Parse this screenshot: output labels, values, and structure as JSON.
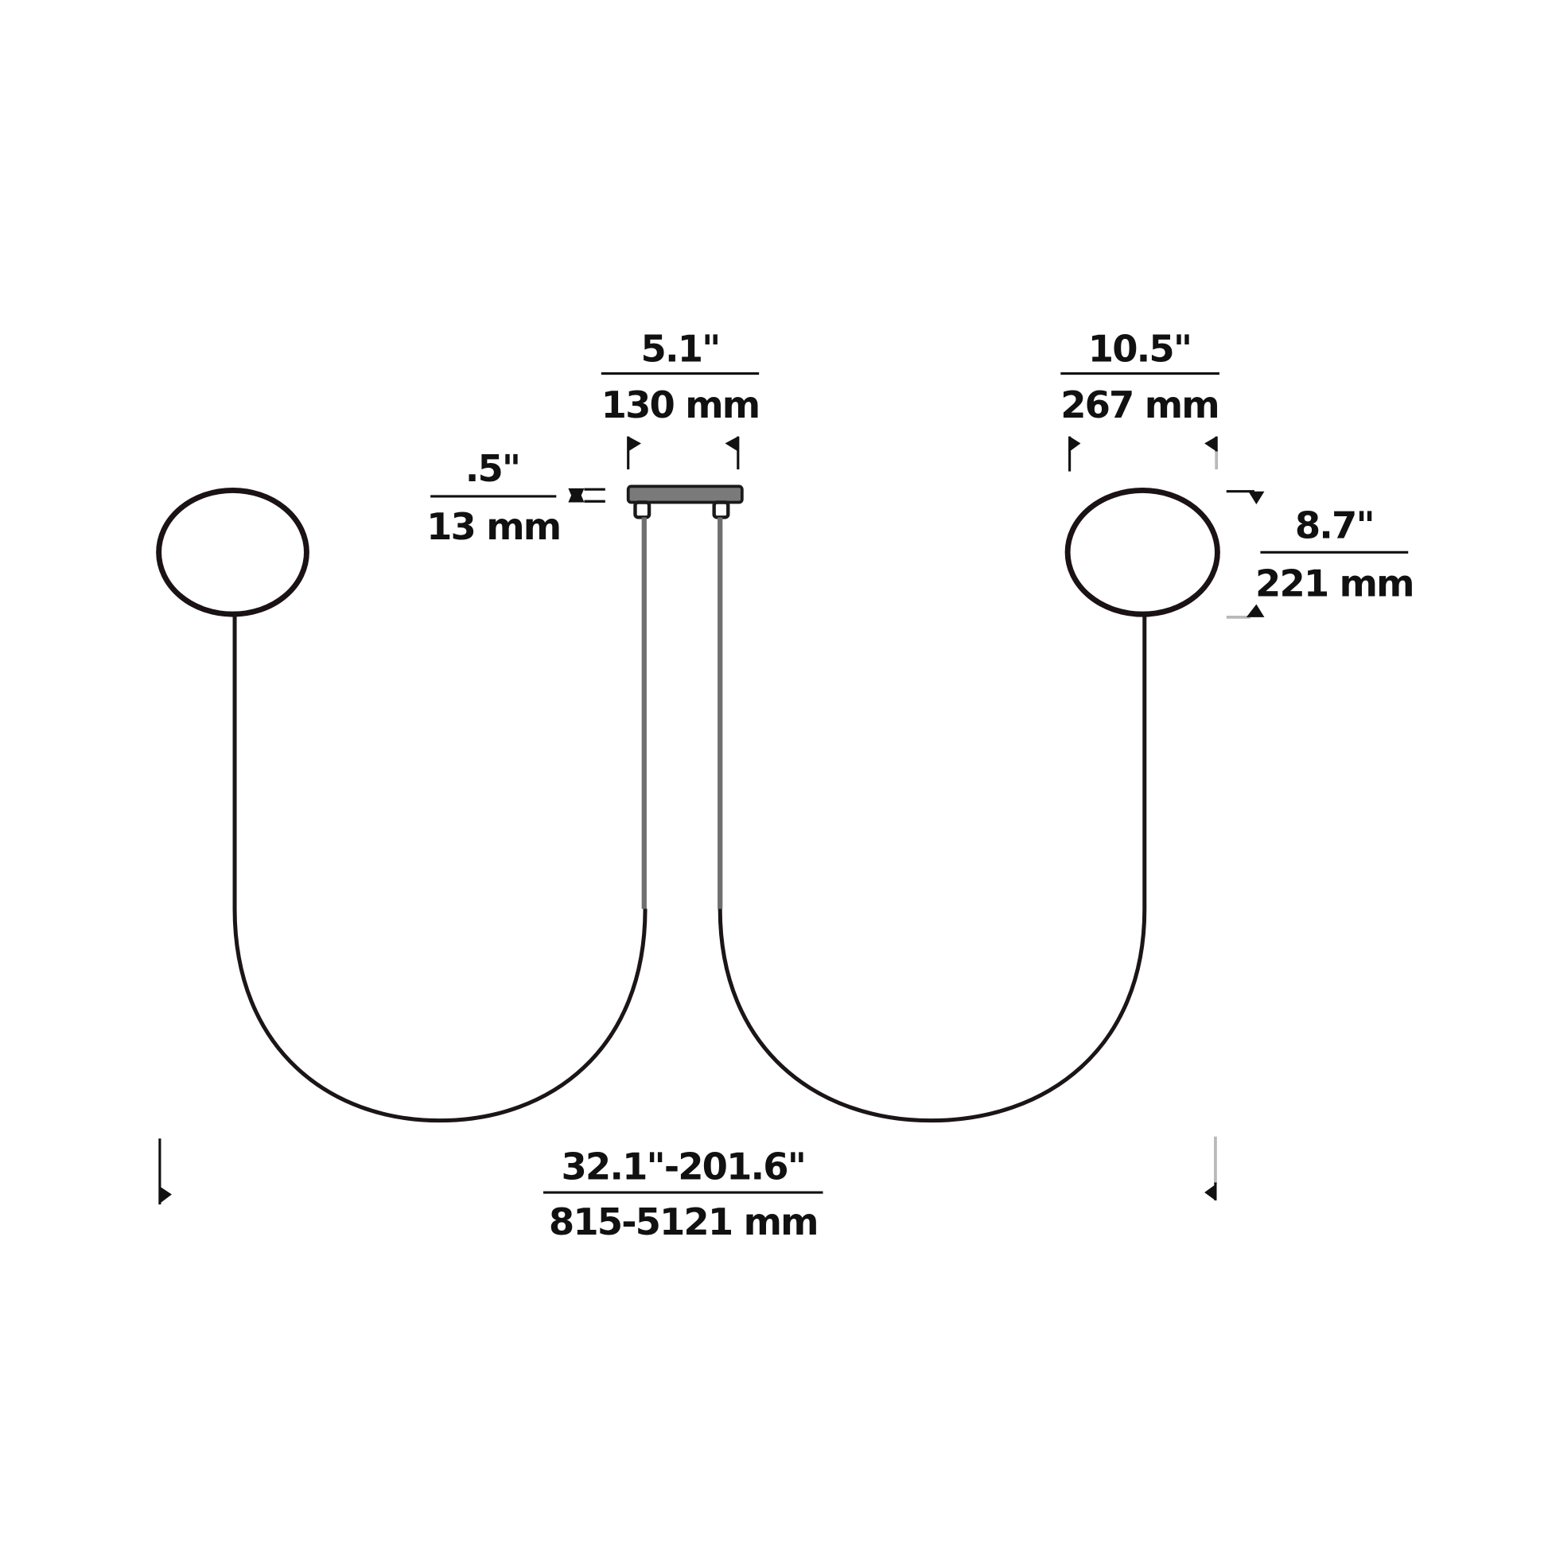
{
  "diagram": {
    "subject": "Dual-globe U-shaped suspension pendant dimension drawing",
    "colors": {
      "line": "#1c1517",
      "canopy": "#7a7a7a",
      "cable": "#6f6f6f",
      "text": "#111111",
      "background": "#ffffff"
    },
    "dimensions": {
      "canopy_width": {
        "imperial": "5.1\"",
        "metric": "130 mm"
      },
      "canopy_height": {
        "imperial": ".5\"",
        "metric": "13 mm"
      },
      "globe_width": {
        "imperial": "10.5\"",
        "metric": "267 mm"
      },
      "globe_height": {
        "imperial": "8.7\"",
        "metric": "221 mm"
      },
      "overall_length": {
        "imperial": "32.1\"-201.6\"",
        "metric": "815-5121 mm"
      }
    },
    "components": [
      {
        "name": "left-globe",
        "shape": "ellipse"
      },
      {
        "name": "right-globe",
        "shape": "ellipse"
      },
      {
        "name": "canopy",
        "shape": "rectangle"
      },
      {
        "name": "left-u-stem",
        "shape": "u-curve"
      },
      {
        "name": "right-u-stem",
        "shape": "u-curve"
      }
    ]
  }
}
